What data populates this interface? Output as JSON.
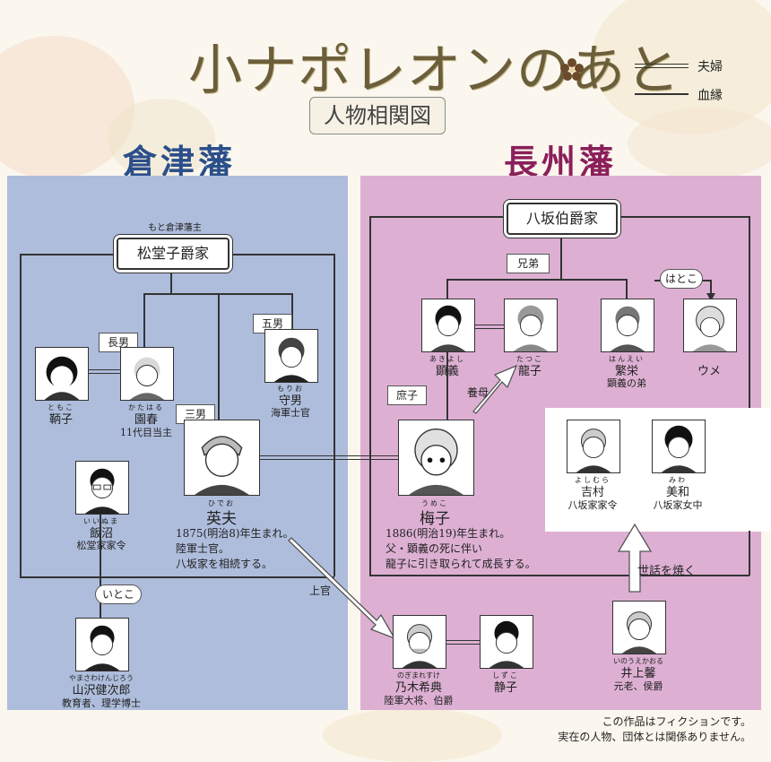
{
  "title": "小ナポレオンのあと",
  "subtitle": "人物相関図",
  "legend": [
    {
      "label": "夫婦",
      "style": "double"
    },
    {
      "label": "血縁",
      "style": "single"
    }
  ],
  "left_domain": {
    "label": "倉津藩",
    "color": "#2b4f8a"
  },
  "right_domain": {
    "label": "長州藩",
    "color": "#8a1f5a"
  },
  "colors": {
    "left_panel": "#aebddc",
    "right_panel": "#ddb0d3",
    "title": "#6b5e3a"
  },
  "houses": {
    "matsudo": {
      "label": "松堂子爵家",
      "note": "もと倉津藩主"
    },
    "yasaka": {
      "label": "八坂伯爵家"
    }
  },
  "tags": {
    "chonan": "長男",
    "sannan": "三男",
    "gonan": "五男",
    "itoko": "いとこ",
    "kyodai": "兄弟",
    "hatoko": "はとこ",
    "shoshi": "庶子",
    "yobo": "養母",
    "joukan": "上官",
    "sewa": "世話を焼く"
  },
  "people": {
    "tomoko": {
      "name": "鞆子",
      "ruby": "ともこ"
    },
    "sonoharu": {
      "name": "園春",
      "ruby": "かたはる",
      "desc": "11代目当主"
    },
    "morio": {
      "name": "守男",
      "ruby": "もりお",
      "desc": "海軍士官"
    },
    "hideo": {
      "name": "英夫",
      "ruby": "ひでお",
      "desc": [
        "1875(明治8)年生まれ。",
        "陸軍士官。",
        "八坂家を相続する。"
      ]
    },
    "iinuma": {
      "name": "飯沼",
      "ruby": "いいぬま",
      "desc": "松堂家家令"
    },
    "yamasawa": {
      "name": "山沢健次郎",
      "ruby": "やまさわけんじろう",
      "desc": "教育者、理学博士"
    },
    "akiyoshi": {
      "name": "顕義",
      "ruby": "あきよし"
    },
    "tatsuko": {
      "name": "龍子",
      "ruby": "たつこ"
    },
    "hanei": {
      "name": "繁栄",
      "ruby": "はんえい",
      "desc": "顕義の弟"
    },
    "ume": {
      "name": "ウメ"
    },
    "umeko": {
      "name": "梅子",
      "ruby": "うめこ",
      "desc": [
        "1886(明治19)年生まれ。",
        "父・顕義の死に伴い",
        "龍子に引き取られて成長する。"
      ]
    },
    "yoshimura": {
      "name": "吉村",
      "ruby": "よしむら",
      "desc": "八坂家家令"
    },
    "miwa": {
      "name": "美和",
      "ruby": "みわ",
      "desc": "八坂家女中"
    },
    "nogi": {
      "name": "乃木希典",
      "ruby": "のぎまれすけ",
      "desc": "陸軍大将、伯爵"
    },
    "shizuko": {
      "name": "静子",
      "ruby": "しずこ"
    },
    "inoue": {
      "name": "井上馨",
      "ruby": "いのうえかおる",
      "desc": "元老、侯爵"
    }
  },
  "footer": [
    "この作品はフィクションです。",
    "実在の人物、団体とは関係ありません。"
  ]
}
